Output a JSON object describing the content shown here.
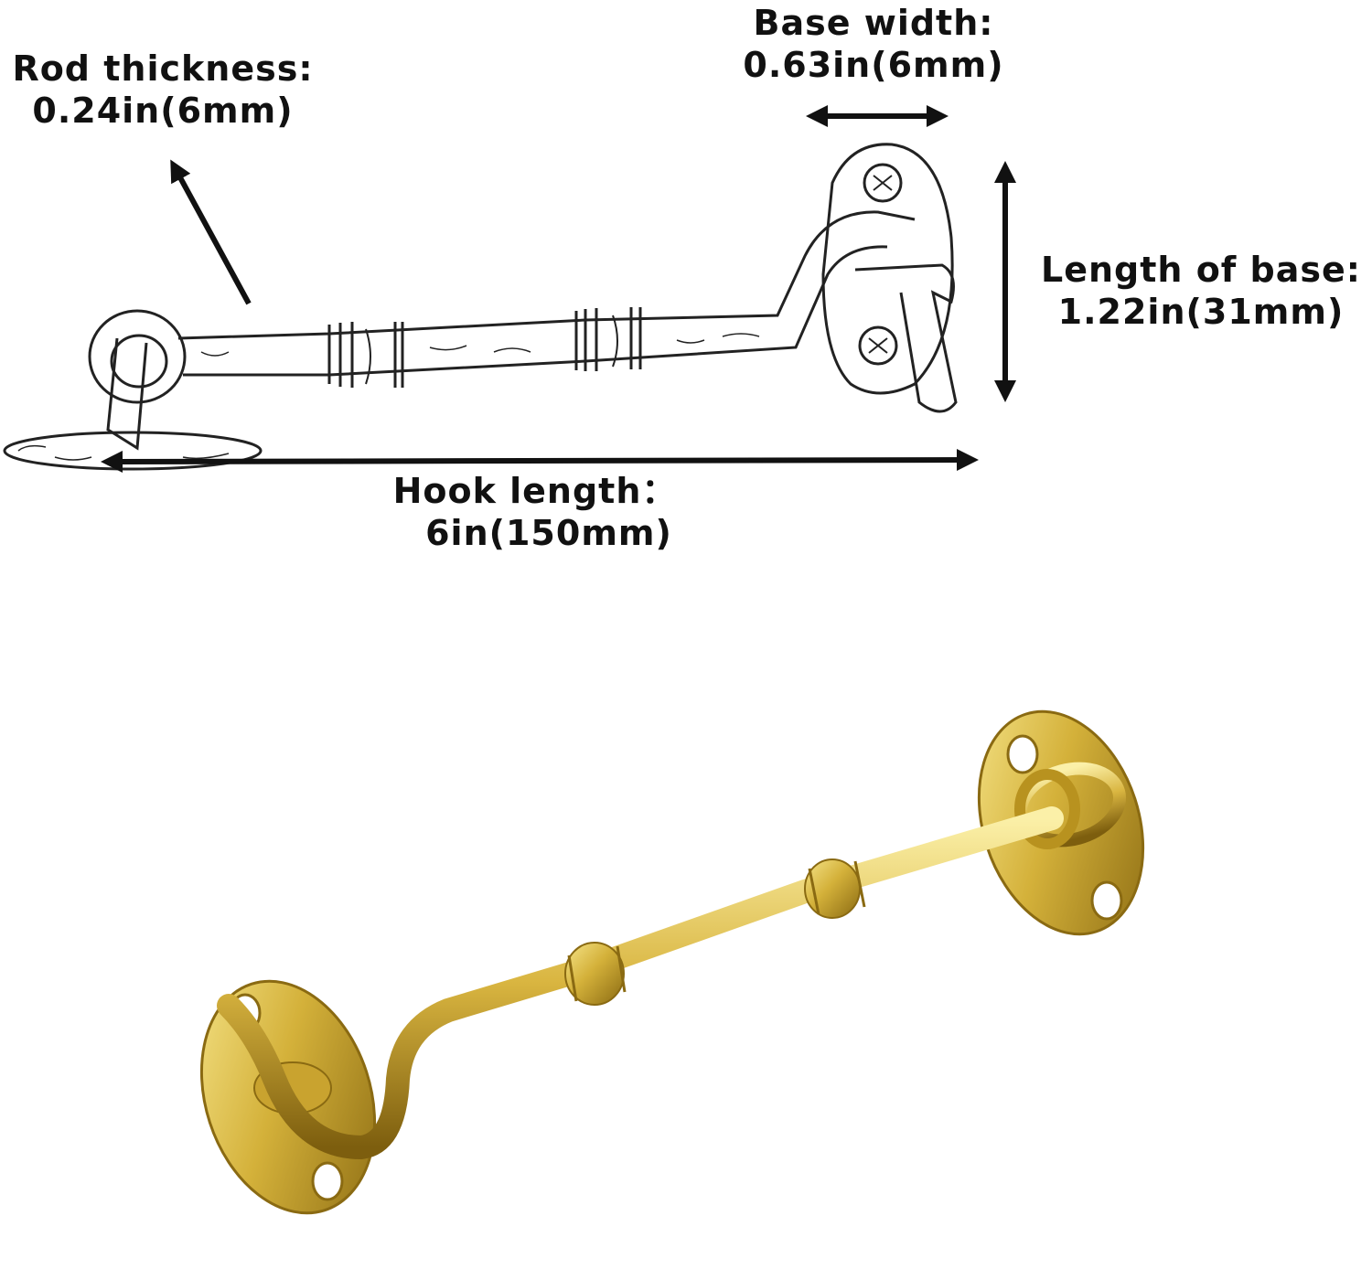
{
  "dimensions": {
    "rod_thickness": {
      "label": "Rod thickness:",
      "value": "0.24in(6mm)"
    },
    "base_width": {
      "label": "Base width:",
      "value": "0.63in(6mm)"
    },
    "length_of_base": {
      "label": "Length of base:",
      "value": "1.22in(31mm)"
    },
    "hook_length": {
      "label": "Hook length：",
      "value": "6in(150mm)"
    }
  },
  "colors": {
    "text": "#111111",
    "sketch_line": "#222222",
    "brass": "#d4b13a",
    "brass_dark": "#8a6a12",
    "brass_light": "#f6e58a"
  }
}
